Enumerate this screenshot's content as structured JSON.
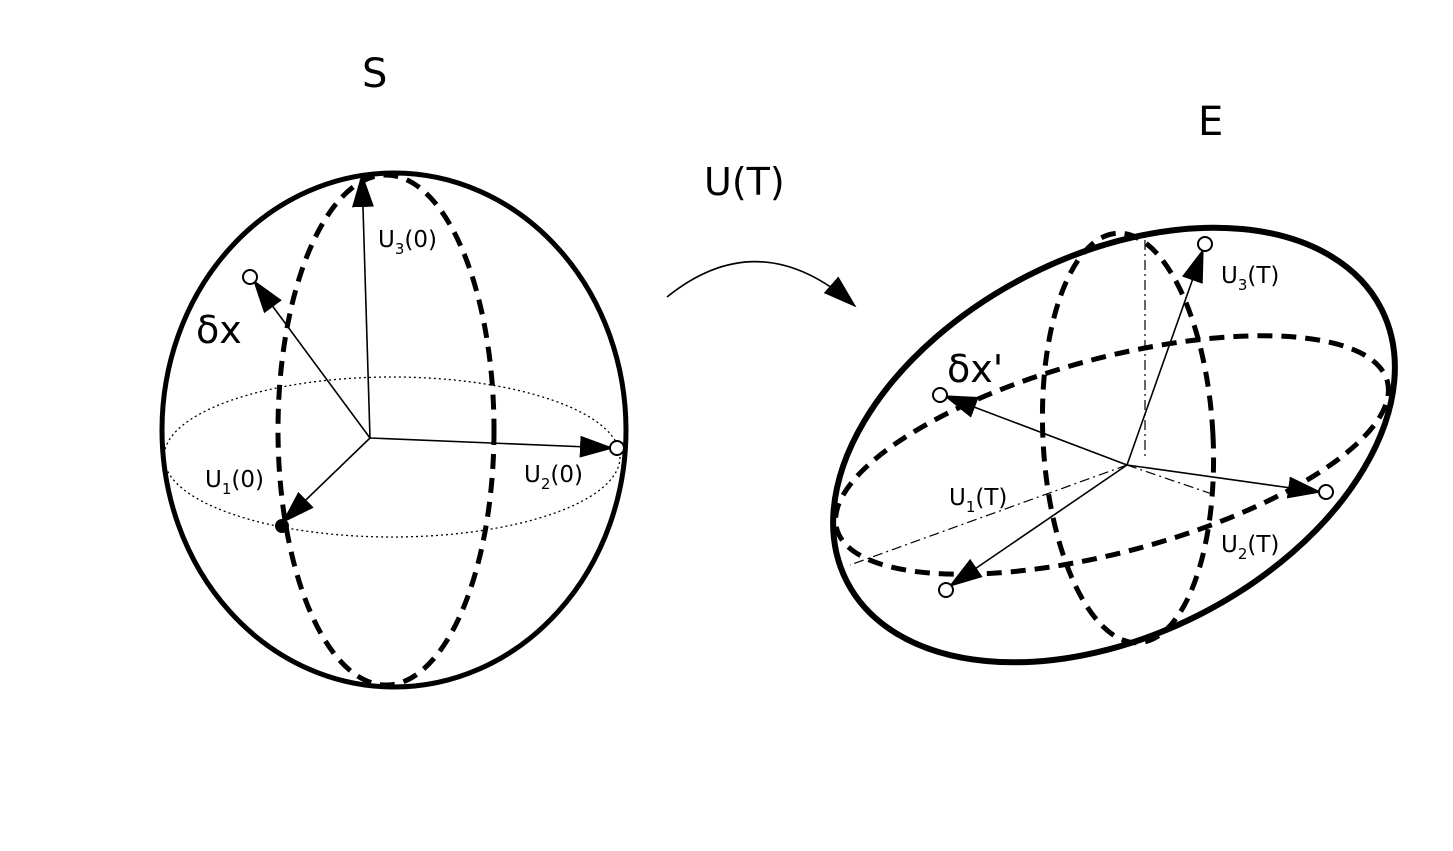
{
  "sphere": {
    "title": "S",
    "axes": {
      "u1": {
        "base": "U",
        "sub": "1",
        "arg": "(0)"
      },
      "u2": {
        "base": "U",
        "sub": "2",
        "arg": "(0)"
      },
      "u3": {
        "base": "U",
        "sub": "3",
        "arg": "(0)"
      }
    },
    "perturbation": "δx"
  },
  "map_label": "U(T)",
  "ellipsoid": {
    "title": "E",
    "axes": {
      "u1": {
        "base": "U",
        "sub": "1",
        "arg": "(T)"
      },
      "u2": {
        "base": "U",
        "sub": "2",
        "arg": "(T)"
      },
      "u3": {
        "base": "U",
        "sub": "3",
        "arg": "(T)"
      }
    },
    "perturbation": "δx'"
  }
}
